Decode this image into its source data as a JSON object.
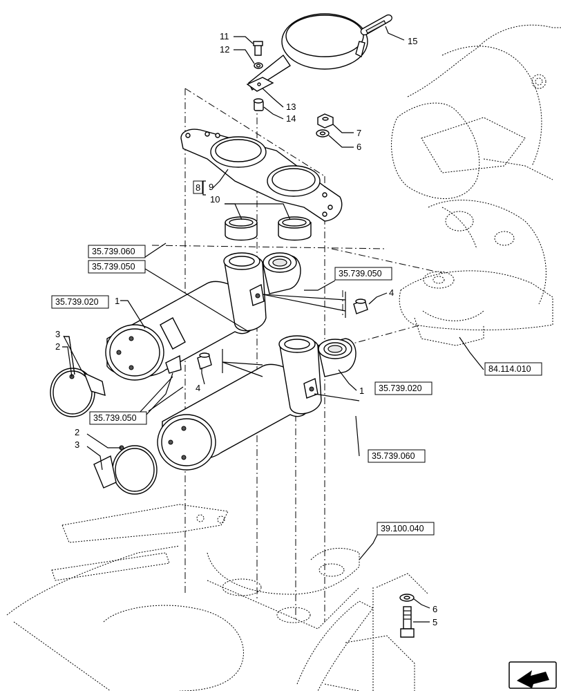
{
  "callouts": {
    "c1": "1",
    "c1b": "1",
    "c2": "2",
    "c2b": "2",
    "c3": "3",
    "c3b": "3",
    "c4": "4",
    "c4b": "4",
    "c5": "5",
    "c6": "6",
    "c6b": "6",
    "c7": "7",
    "c8": "8",
    "c9": "9",
    "c10": "10",
    "c11": "11",
    "c12": "12",
    "c13": "13",
    "c14": "14",
    "c15": "15"
  },
  "references": {
    "r060a": "35.739.060",
    "r050a": "35.739.050",
    "r050b": "35.739.050",
    "r020a": "35.739.020",
    "r020b": "35.739.020",
    "r050c": "35.739.050",
    "r060b": "35.739.060",
    "r84": "84.114.010",
    "r39": "39.100.040"
  },
  "nav_arrow": "arrow-icon"
}
